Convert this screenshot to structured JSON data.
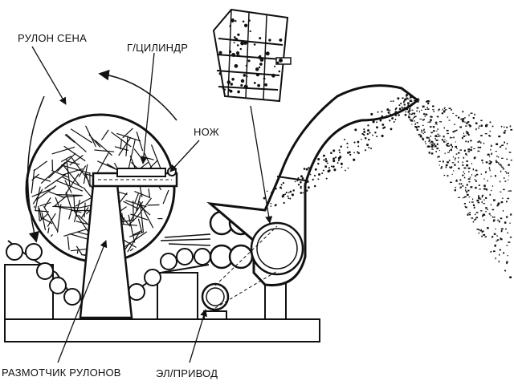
{
  "labels": {
    "bale": "РУЛОН СЕНА",
    "cylinder": "Г/ЦИЛИНДР",
    "knife": "НОЖ",
    "unwinder": "РАЗМОТЧИК РУЛОНОВ",
    "drive": "ЭЛ/ПРИВОД"
  },
  "colors": {
    "ink": "#111111",
    "background": "#ffffff"
  },
  "icons": [
    "rotation-arrow-icon",
    "rotor-drum-icon"
  ]
}
